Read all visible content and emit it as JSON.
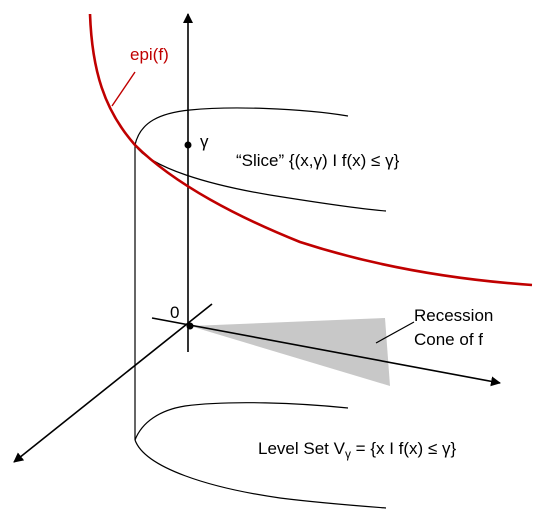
{
  "labels": {
    "epi": "epi(f)",
    "gamma": "γ",
    "slice": "“Slice” {(x,γ) I f(x) ≤ γ}",
    "zero": "0",
    "recession_line1": "Recession",
    "recession_line2": "Cone of f",
    "level_set_prefix": "Level Set V",
    "level_set_sub": "γ",
    "level_set_suffix": " = {x I f(x) ≤ γ}"
  },
  "colors": {
    "curve": "#c00000",
    "cone": "#c8c8c8",
    "ink": "#000000"
  }
}
